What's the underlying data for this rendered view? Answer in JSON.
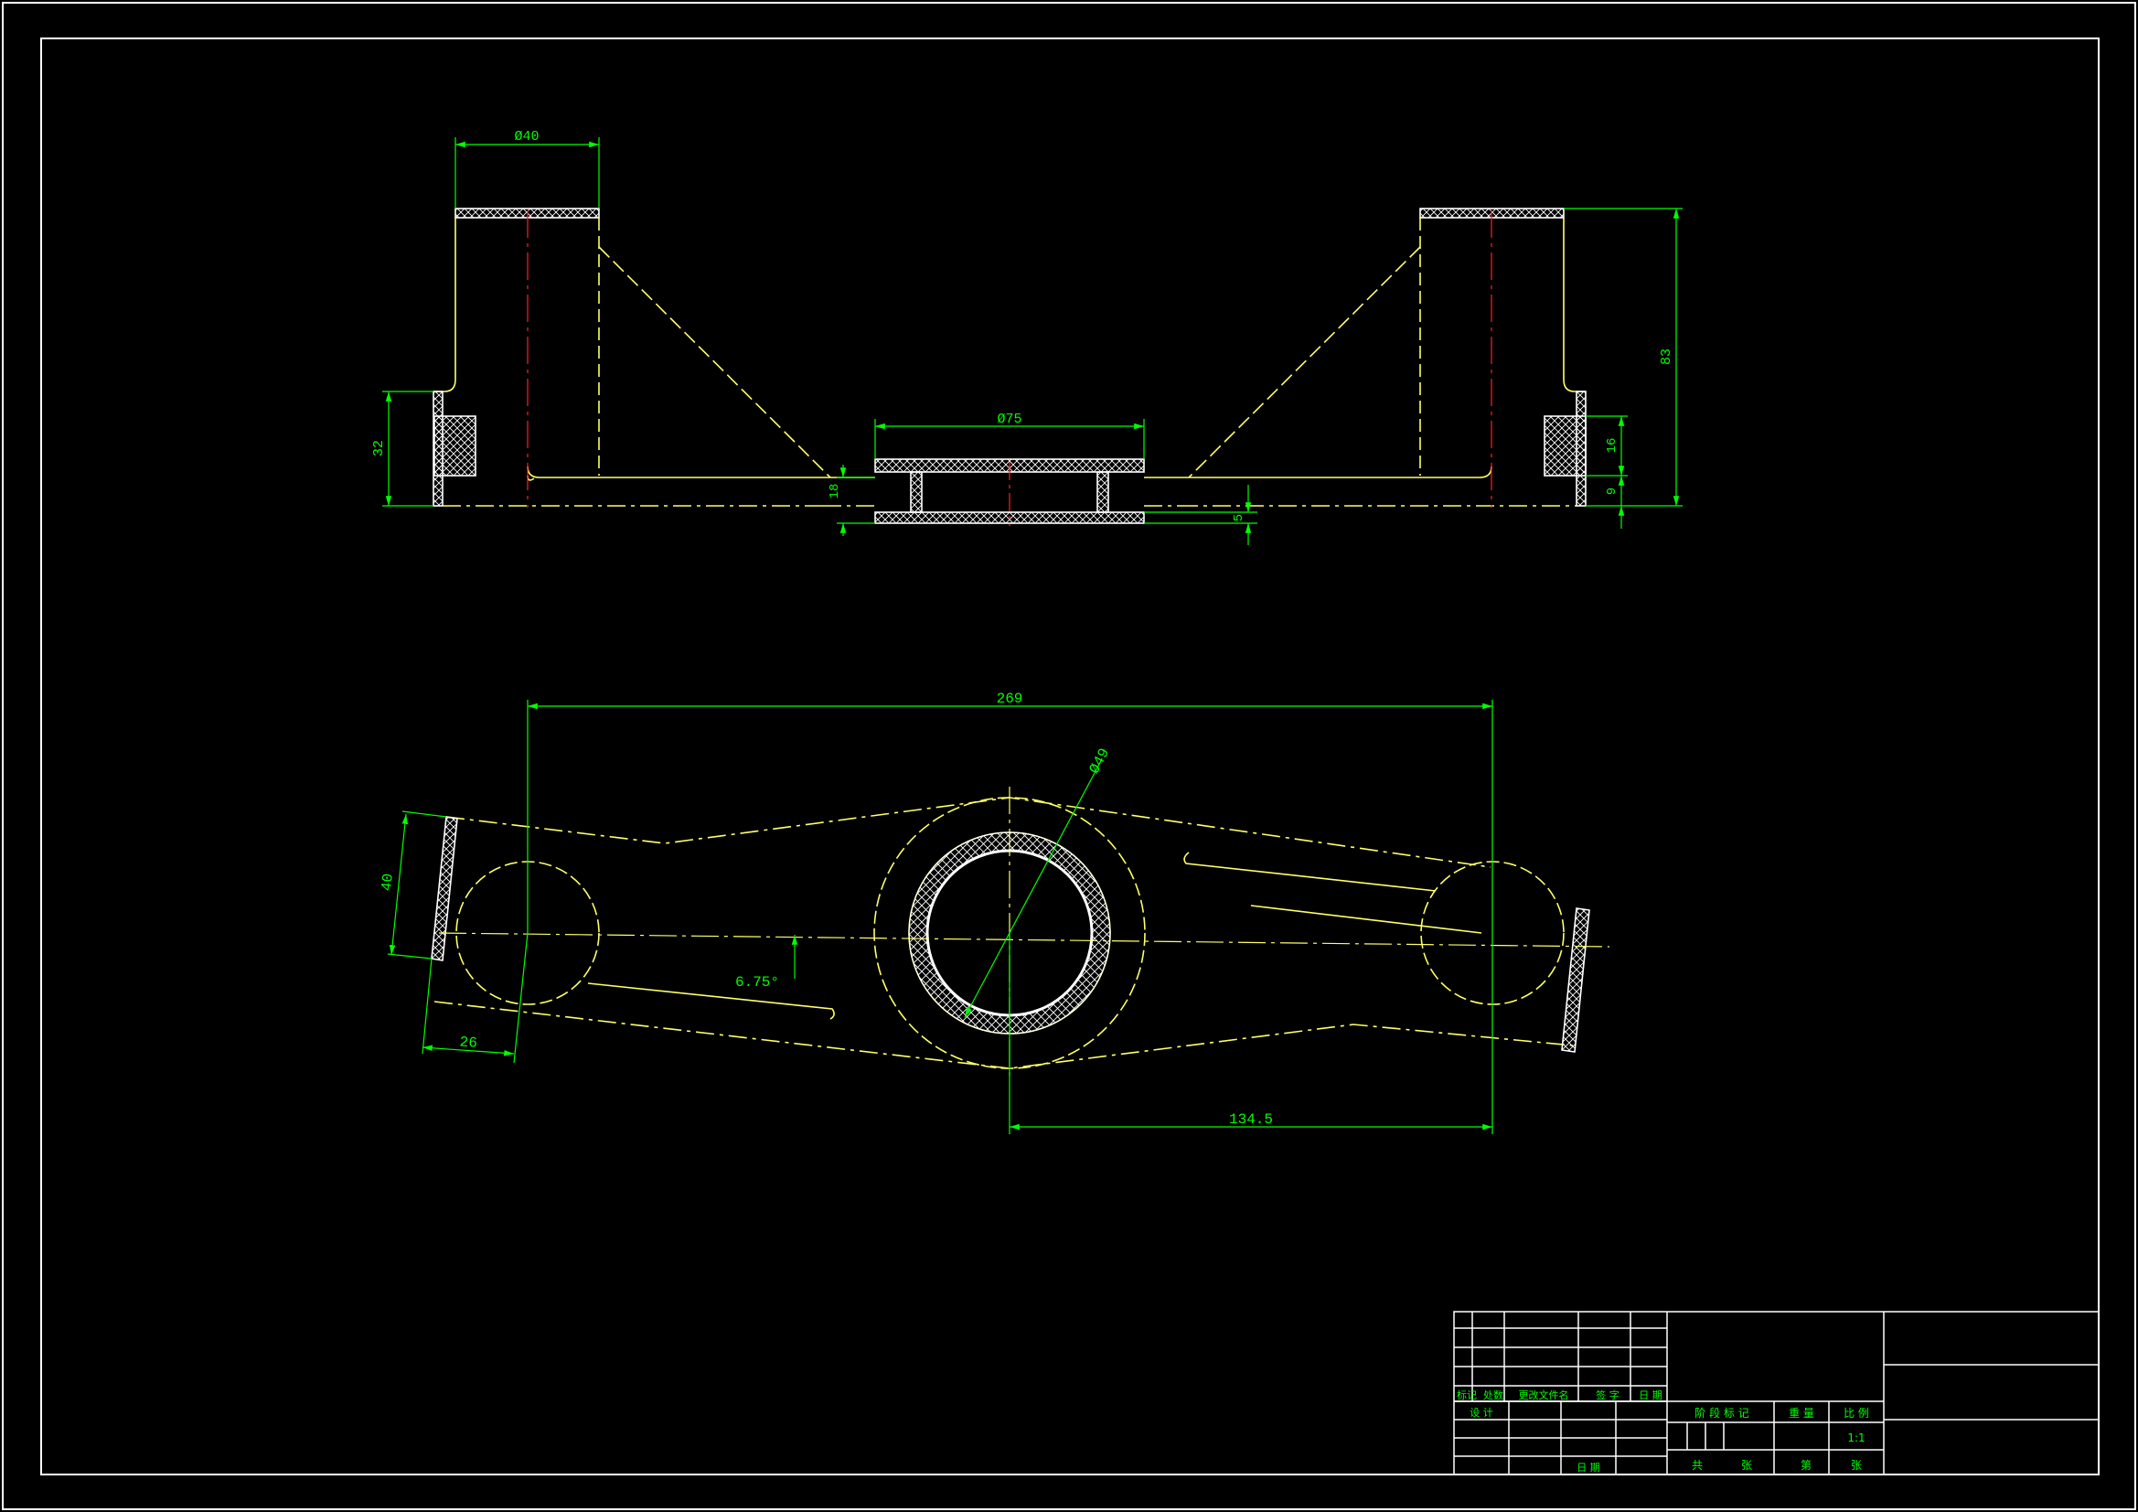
{
  "colors": {
    "background": "#000000",
    "frame": "#ffffff",
    "outline": "#ffff66",
    "dimension": "#00ff00",
    "centerline": "#ff2020",
    "hatch": "#ffffff",
    "titleblock": "#ffffff"
  },
  "dimensions": {
    "top_view": {
      "boss_diameter": "Ø40",
      "center_diameter": "Ø75",
      "flange_height": "32",
      "overall_height": "83",
      "flange_16": "16",
      "flange_9": "9",
      "plate_18": "18",
      "plate_5": "5"
    },
    "plan_view": {
      "overall_length": "269",
      "half_length": "134.5",
      "hub_diameter": "Ø49",
      "end_width": "40",
      "end_offset": "26",
      "angle": "6.75°"
    }
  },
  "title_block": {
    "rev_headers": [
      "标记",
      "处数",
      "更改文件名",
      "签  字",
      "日 期"
    ],
    "design_label": "设 计",
    "date_label": "日 期",
    "stage_label": "阶 段 标 记",
    "weight_label": "重 量",
    "scale_label": "比 例",
    "scale_value": "1:1",
    "total_label": "共",
    "sheet_unit_1": "张",
    "sheet_label": "第",
    "sheet_unit_2": "张"
  }
}
